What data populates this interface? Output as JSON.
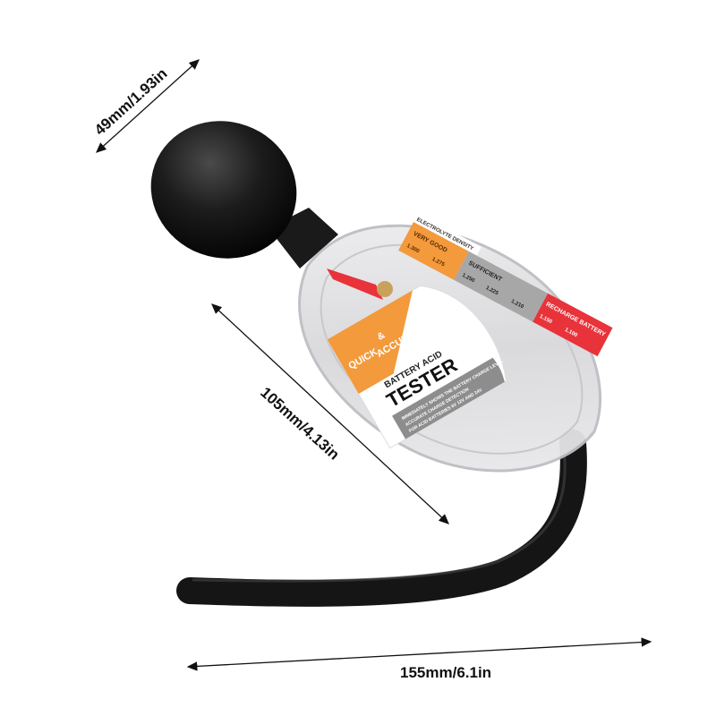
{
  "dimensions": {
    "bulb_diameter": "49mm/1.93in",
    "body_length": "105mm/4.13in",
    "total_length": "155mm/6.1in"
  },
  "product_label": {
    "headline_1": "QUICK",
    "headline_2": "&",
    "headline_3": "ACCURATE",
    "subtitle": "BATTERY ACID",
    "title": "TESTER",
    "bullet_1": "IMMEDIATELY SHOWS THE BATTERY CHARGE LEVEL",
    "bullet_2": "ACCURATE CHARGE DETECTION",
    "bullet_3": "FOR ACID BATTERIES 6V 12V AND 24V",
    "scale_title": "ELECTROLYTE DENSITY",
    "zone_good": "VERY GOOD",
    "zone_mid": "SUFFICIENT",
    "zone_low": "RECHARGE BATTERY",
    "readings": [
      "1.300",
      "1.275",
      "1.250",
      "1.225",
      "1.210",
      "1.150",
      "1.100"
    ]
  },
  "colors": {
    "orange": "#f39a3c",
    "grey": "#a7a7a7",
    "red": "#e8333a",
    "rubber": "#151515"
  }
}
